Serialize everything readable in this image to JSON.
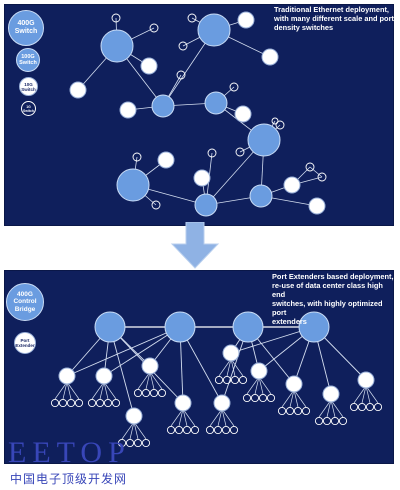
{
  "top": {
    "caption": "Traditional Ethernet deployment,\nwith many different scale and port\ndensity switches",
    "legend": {
      "switch_400g": "400G\nSwitch",
      "switch_100g": "100G\nSwitch",
      "switch_10g": "10G\nSwitch",
      "switch_1g": "1G\nSwitch"
    }
  },
  "bottom": {
    "caption": "Port Extenders based deployment,\nre-use of data center class high end\nswitches, with highly optimized port\nextenders",
    "legend": {
      "control_bridge": "400G\nControl\nBridge",
      "port_extender": "Port\nExtender"
    }
  },
  "watermark": {
    "main": "EETOP",
    "sub": "中国电子顶级开发网"
  },
  "colors": {
    "panel_bg": "#0f1f5c",
    "node_blue": "#6a9ce0",
    "node_white": "#ffffff",
    "arrow": "#8fb2e4",
    "watermark": "#3846b8"
  }
}
